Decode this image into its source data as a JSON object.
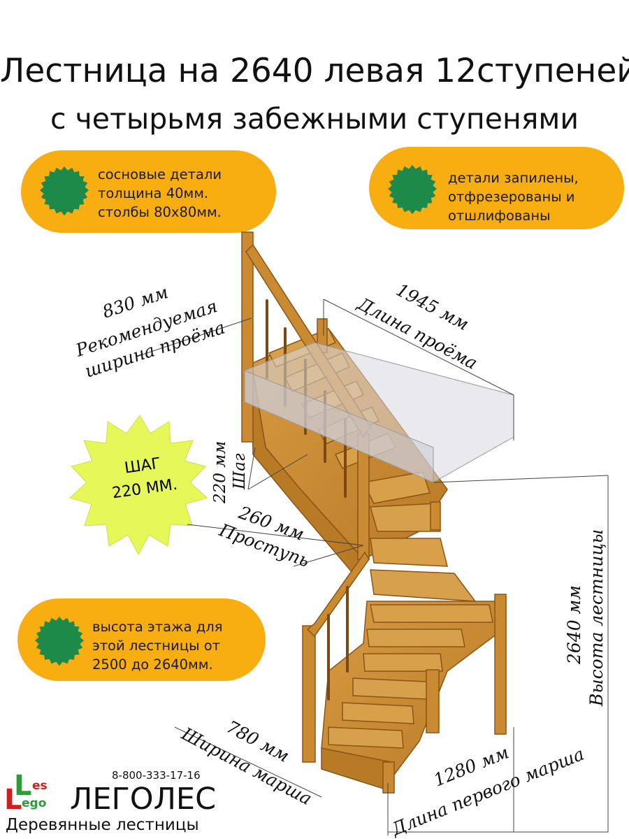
{
  "title": {
    "line1": "Лестница на 2640 левая 12ступеней",
    "line2": "с  четырьмя  забежными ступенями"
  },
  "badges": {
    "pine": {
      "lines": [
        "сосновые детали",
        "толщина 40мм.",
        "столбы 80х80мм."
      ]
    },
    "finish": {
      "lines": [
        "детали запилены,",
        "отфрезерованы и",
        "отшлифованы"
      ]
    },
    "height_range": {
      "lines": [
        "высота этажа для",
        "этой лестницы от",
        "2500 до 2640мм."
      ]
    }
  },
  "step_badge": {
    "line1": "ШАГ",
    "line2": "220 ММ."
  },
  "dimensions": {
    "opening_width": {
      "value": "830 мм",
      "label1": "Рекомендуемая",
      "label2": "ширина проёма"
    },
    "opening_length": {
      "value": "1945 мм",
      "label": "Длина проёма"
    },
    "rise": {
      "value": "220 мм",
      "label": "Шаг"
    },
    "tread": {
      "value": "260 мм",
      "label": "Проступь"
    },
    "height": {
      "value": "2640 мм",
      "label": "Высота лестницы"
    },
    "flight_width": {
      "value": "780 мм",
      "label": "Ширина марша"
    },
    "flight_length": {
      "value": "1280 мм",
      "label": "Длина первого марша"
    }
  },
  "footer": {
    "phone": "8-800-333-17-16",
    "brand": "ЛЕГОЛЕС",
    "tagline": "Деревянные лестницы",
    "logo": {
      "L1": "L",
      "es": "es",
      "L2": "L",
      "ego": "ego"
    }
  },
  "colors": {
    "badge_orange": "#f8ad10",
    "seal_green": "#1e8a4a",
    "starburst": "#e6f75a",
    "wood": "#c98a32",
    "wood_dark": "#8a5516"
  }
}
